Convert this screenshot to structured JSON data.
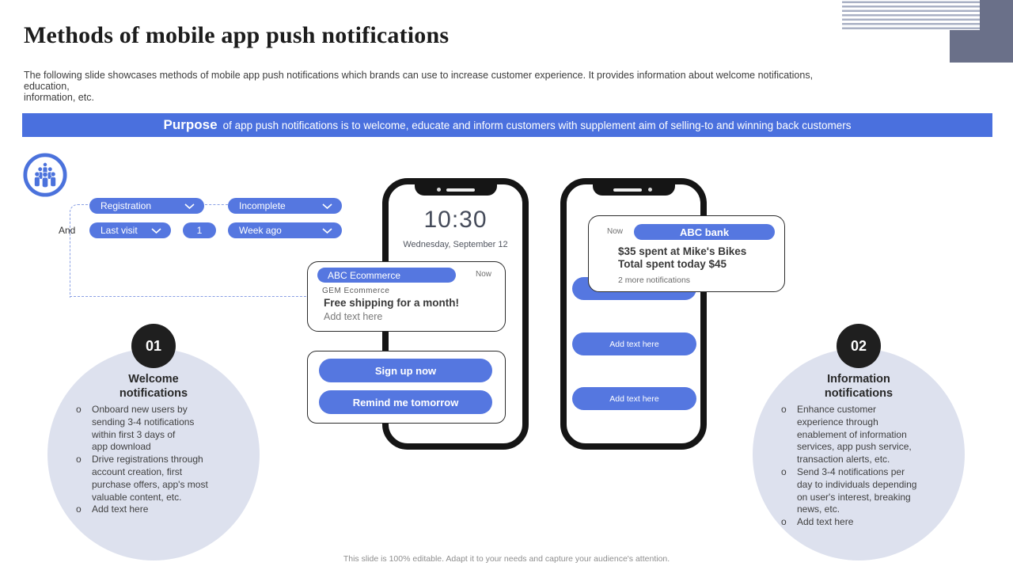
{
  "slide": {
    "title": "Methods of mobile app push notifications",
    "description": "The following slide showcases methods of mobile app push notifications which brands can use to increase customer experience. It provides information about welcome notifications, education,\ninformation, etc.",
    "footer": "This slide is 100% editable. Adapt it to your needs and capture your audience's attention."
  },
  "purpose_banner": {
    "keyword": "Purpose",
    "text": "of app push notifications is to welcome, educate and inform customers with supplement aim of selling-to and winning back customers"
  },
  "audience_filter": {
    "and_label": "And",
    "registration": "Registration",
    "incomplete": "Incomplete",
    "last_visit": "Last visit",
    "count": "1",
    "week_ago": "Week ago"
  },
  "phone1": {
    "time": "10:30",
    "date": "Wednesday, September 12",
    "notification": {
      "app_name": "ABC Ecommerce",
      "time_label": "Now",
      "source": "GEM Ecommerce",
      "title": "Free shipping for a month!",
      "body": "Add text here"
    },
    "primary_action": "Sign up now",
    "secondary_action": "Remind me tomorrow"
  },
  "phone2": {
    "notification": {
      "time_label": "Now",
      "app_name": "ABC bank",
      "line1": "$35 spent at Mike's Bikes",
      "line2": "Total spent today $45",
      "more_label": "2 more notifications"
    },
    "buttons": [
      "",
      "Add text here",
      "Add text here"
    ]
  },
  "methods": [
    {
      "number": "01",
      "title": "Welcome\nnotifications",
      "bullets": [
        "Onboard new users by\nsending 3-4 notifications\nwithin first 3 days of\napp download",
        "Drive registrations through\naccount creation, first\npurchase offers, app's most\nvaluable content, etc.",
        "Add text here"
      ]
    },
    {
      "number": "02",
      "title": "Information\nnotifications",
      "bullets": [
        "Enhance customer\nexperience through\nenablement of information\nservices, app push service,\ntransaction alerts, etc.",
        "Send 3-4 notifications per\nday to individuals depending\non user's interest, breaking\nnews, etc.",
        "Add text here"
      ]
    }
  ],
  "ui": {
    "bullet_marker": "o"
  },
  "colors": {
    "accent_blue": "#5577e0",
    "banner_blue": "#4a70de",
    "circle_bg": "#dde1ee",
    "number_circle_bg": "#1f1f1f",
    "corner_square": "#6a7089",
    "stripe_line": "#a9b0c4",
    "phone_frame": "#151515"
  }
}
